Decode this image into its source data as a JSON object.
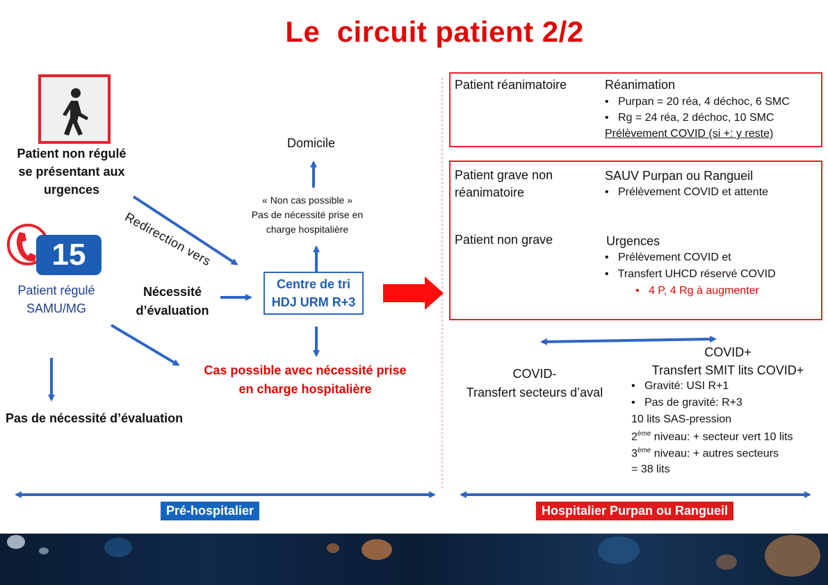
{
  "title": "Le  circuit patient 2/2",
  "colors": {
    "red": "#e10600",
    "blue": "#2f66c2",
    "box_red": "#e8202a",
    "hosp_badge": "#e01a1a",
    "pre_badge": "#1565c0"
  },
  "left": {
    "walking_icon": "walking-person-icon",
    "unregulated": [
      "Patient non régulé",
      "se présentant aux",
      "urgences"
    ],
    "redirection": "Redirection vers",
    "samu_badge": "15",
    "regulated": [
      "Patient régulé",
      "SAMU/MG"
    ],
    "need_eval": [
      "Nécessité",
      "d’évaluation"
    ],
    "no_need_eval": "Pas de nécessité d’évaluation"
  },
  "center": {
    "domicile": "Domicile",
    "non_case": [
      "« Non cas possible »",
      "Pas de nécessité prise en",
      "charge hospitalière"
    ],
    "triage": [
      "Centre de tri",
      "HDJ URM R+3"
    ],
    "possible_case": [
      "Cas possible avec nécessité prise",
      "en charge hospitalière"
    ]
  },
  "right": {
    "row1": {
      "label": "Patient réanimatoire",
      "dest": "Réanimation",
      "bullets": [
        "Purpan = 20 réa, 4 déchoc, 6 SMC",
        "Rg = 24 réa, 2 déchoc, 10 SMC"
      ],
      "note": "Prélèvement COVID (si +: y reste)"
    },
    "row2": {
      "label": [
        "Patient grave non",
        "réanimatoire"
      ],
      "dest": "SAUV Purpan ou Rangueil",
      "bullets": [
        "Prélèvement COVID et attente"
      ]
    },
    "row3": {
      "label": "Patient non grave",
      "dest": "Urgences",
      "bullets": [
        "Prélèvement COVID et",
        "Transfert UHCD réservé COVID"
      ],
      "sub_bullet": "4 P, 4 Rg à augmenter"
    },
    "covid_neg": [
      "COVID-",
      "Transfert secteurs d’aval"
    ],
    "covid_pos": [
      "COVID+",
      "Transfert SMIT lits COVID+"
    ],
    "covid_pos_bullets": [
      "Gravité: USI R+1",
      "Pas de gravité: R+3"
    ],
    "covid_pos_lines": [
      "10 lits SAS-pression"
    ],
    "level2_ord": "2",
    "level2_sup": "ème",
    "level2_text": " niveau: + secteur vert 10 lits",
    "level3_ord": "3",
    "level3_sup": "ème",
    "level3_text": " niveau: + autres secteurs",
    "total": "= 38 lits"
  },
  "footer": {
    "pre_hosp": "Pré-hospitalier",
    "hosp": "Hospitalier Purpan ou Rangueil"
  }
}
